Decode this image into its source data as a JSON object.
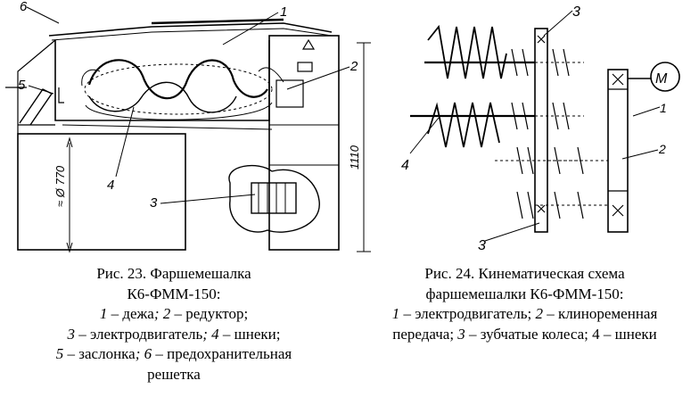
{
  "figure23": {
    "callouts": [
      "1",
      "2",
      "3",
      "4",
      "5",
      "6"
    ],
    "dims": {
      "height": "1110",
      "diameter": "≈ Ø 770"
    },
    "caption": {
      "title_line1": "Рис. 23. Фаршемешалка",
      "title_line2": "К6-ФММ-150:",
      "legend": [
        {
          "n": "1",
          "t": " – дежа"
        },
        {
          "n": "; 2",
          "t": " –  редуктор;"
        },
        {
          "n": "3",
          "t": " –  электродвигатель"
        },
        {
          "n": "; 4",
          "t": " – шнеки;"
        },
        {
          "n": "5",
          "t": " –  заслонка"
        },
        {
          "n": "; 6",
          "t": " – предохранительная"
        },
        {
          "n": "",
          "t": "решетка"
        }
      ]
    }
  },
  "figure24": {
    "callouts": [
      "1",
      "2",
      "3",
      "4",
      "3"
    ],
    "motor": "M",
    "caption": {
      "title_line1": "Рис. 24. Кинематическая схема",
      "title_line2": "фаршемешалки К6-ФММ-150:",
      "legend": [
        {
          "n": "1",
          "t": " – электродвигатель; "
        },
        {
          "n": "2",
          "t": " –  клиноременная"
        },
        {
          "n": "",
          "t": "передача; "
        },
        {
          "n": "3",
          "t": " –  зубчатые колеса; 4 – шнеки"
        }
      ]
    }
  }
}
